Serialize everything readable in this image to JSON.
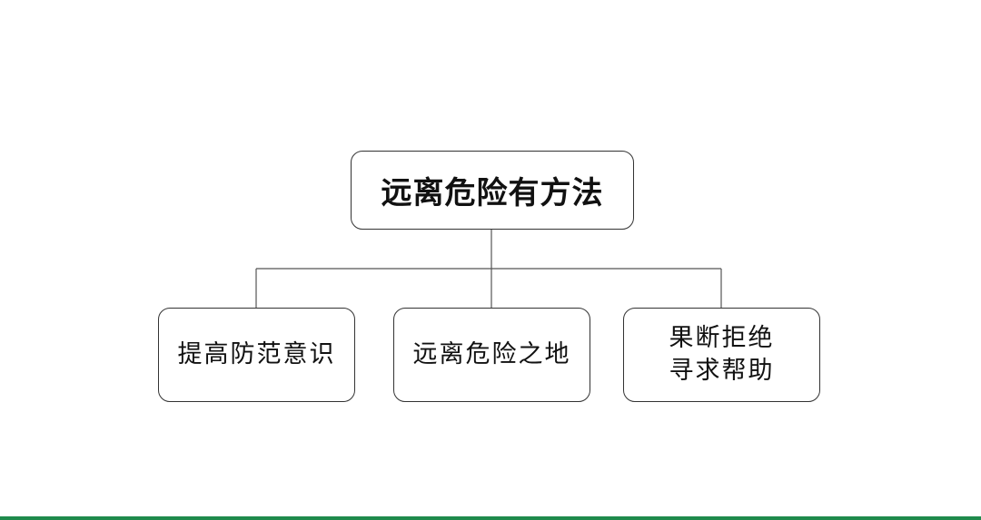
{
  "diagram": {
    "root": {
      "label": "远离危险有方法"
    },
    "children": [
      {
        "lines": [
          "提高防范意识"
        ]
      },
      {
        "lines": [
          "远离危险之地"
        ]
      },
      {
        "lines": [
          "果断拒绝",
          "寻求帮助"
        ]
      }
    ]
  },
  "colors": {
    "bottom_bar": "#1f8a4c",
    "box_border": "#333333",
    "connector": "#555555"
  }
}
